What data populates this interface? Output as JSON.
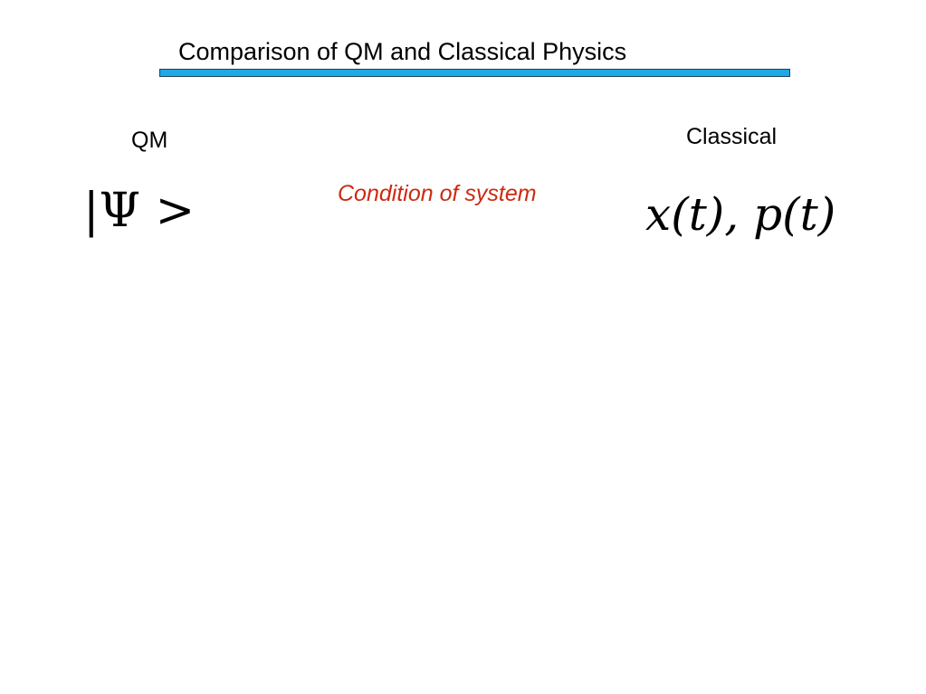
{
  "slide": {
    "title": "Comparison of QM and Classical Physics",
    "qm_label": "QM",
    "classical_label": "Classical",
    "condition_label": "Condition of system",
    "qm_expression": "|Ψ >",
    "classical_expression": "x(t), p(t)"
  },
  "colors": {
    "title_bar": "#1fa9e6",
    "condition_text": "#cc2a10"
  }
}
